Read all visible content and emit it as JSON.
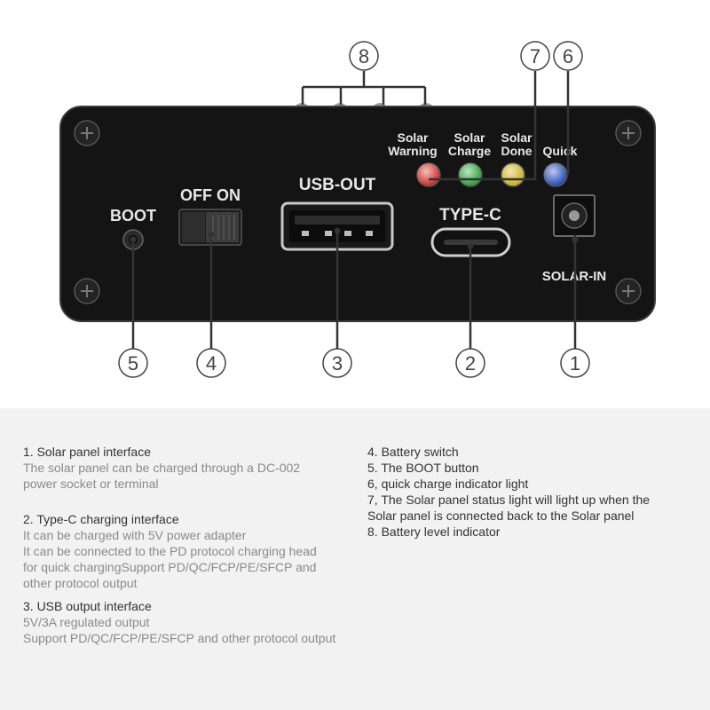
{
  "panel": {
    "labels": {
      "boot": "BOOT",
      "offon": "OFF ON",
      "usb_out": "USB-OUT",
      "type_c": "TYPE-C",
      "solar_in": "SOLAR-IN"
    },
    "leds": [
      {
        "line1": "Solar",
        "line2": "Warning",
        "color": "#d0302a"
      },
      {
        "line1": "Solar",
        "line2": "Charge",
        "color": "#2fa33a"
      },
      {
        "line1": "Solar",
        "line2": "Done",
        "color": "#c9b320"
      },
      {
        "line1": "",
        "line2": "Quick",
        "color": "#2a4fb8"
      }
    ]
  },
  "callouts": [
    "1",
    "2",
    "3",
    "4",
    "5",
    "6",
    "7",
    "8"
  ],
  "descriptions": {
    "left": [
      {
        "title": "1. Solar panel interface",
        "lines": [
          "The solar panel can be charged through a DC-002",
          "power socket or terminal"
        ]
      },
      {
        "title": "2. Type-C charging interface",
        "lines": [
          "It can be charged with 5V power adapter",
          "It can be connected to the PD protocol charging head",
          "for quick chargingSupport PD/QC/FCP/PE/SFCP and",
          "other protocol output"
        ]
      },
      {
        "title": "3. USB output interface",
        "lines": [
          "5V/3A regulated output",
          "Support PD/QC/FCP/PE/SFCP and other protocol output"
        ]
      }
    ],
    "right": [
      "4. Battery switch",
      "5. The BOOT button",
      "6, quick charge indicator light",
      "7, The Solar panel status light will light up when the",
      "Solar panel is connected back to the Solar panel",
      "8. Battery level indicator"
    ]
  }
}
